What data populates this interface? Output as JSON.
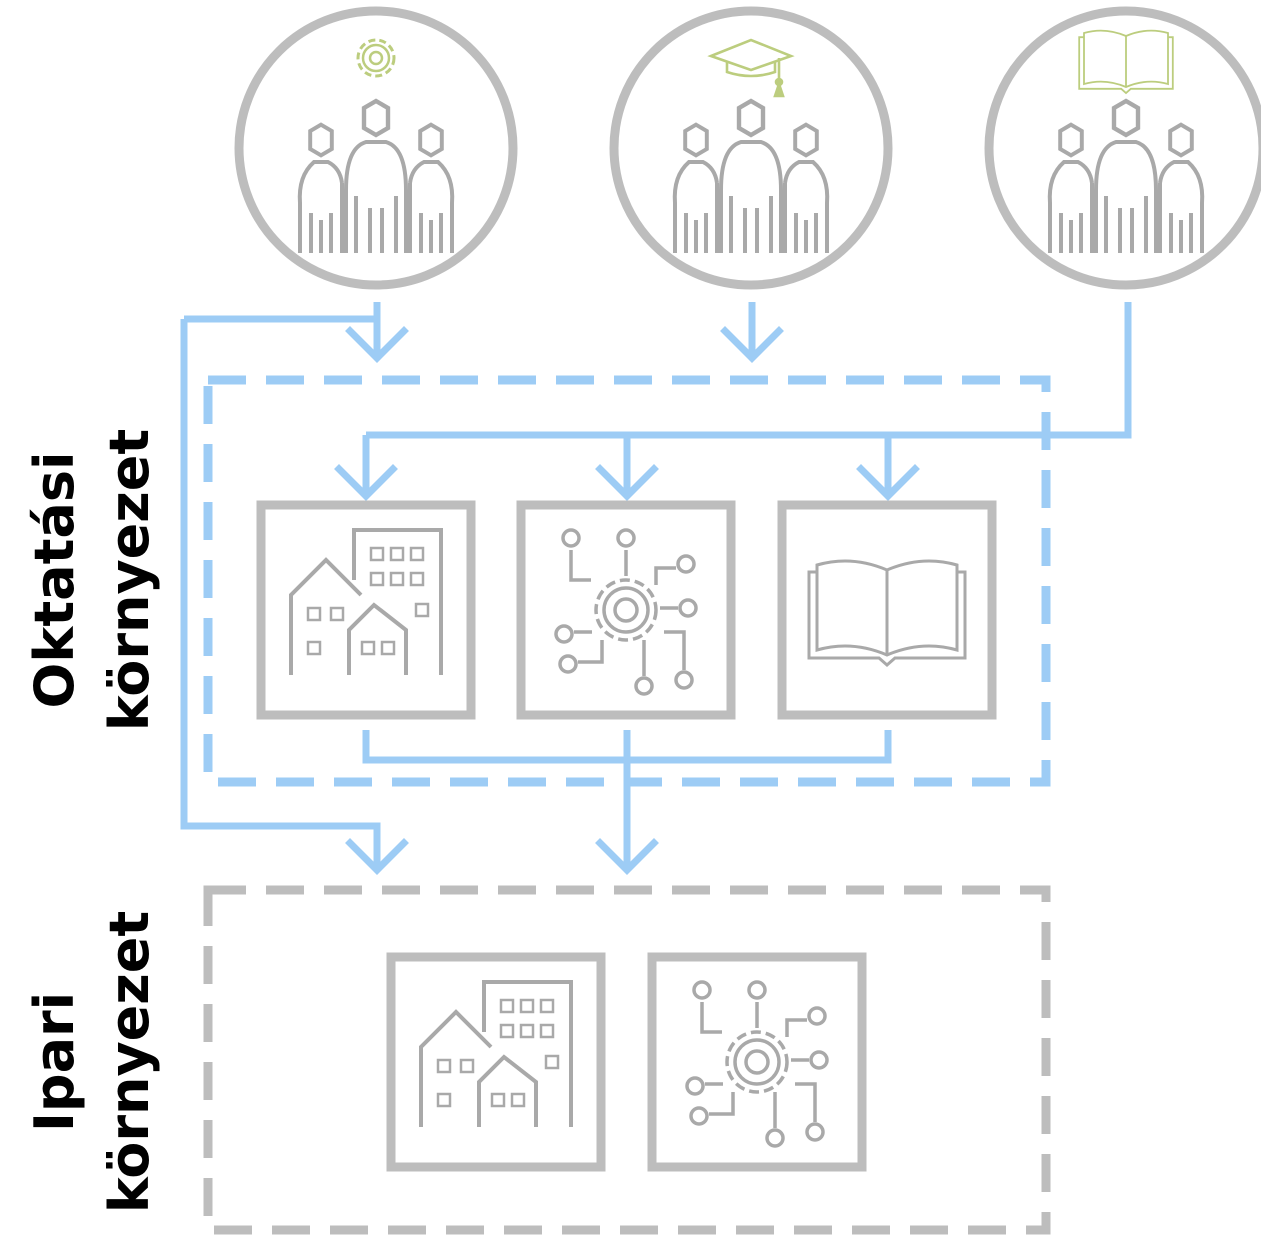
{
  "sections": {
    "education": {
      "line1": "Oktatási",
      "line2": "környezet"
    },
    "industry": {
      "line1": "Ipari",
      "line2": "környezet"
    }
  },
  "groups": [
    {
      "icon": "people-gear-icon",
      "accent_icon": "gear-icon"
    },
    {
      "icon": "people-graduation-icon",
      "accent_icon": "graduation-cap-icon"
    },
    {
      "icon": "people-book-icon",
      "accent_icon": "open-book-icon"
    }
  ],
  "education_boxes": [
    "buildings-icon",
    "circuit-gear-icon",
    "open-book-icon"
  ],
  "industry_boxes": [
    "buildings-icon",
    "circuit-gear-icon"
  ],
  "colors": {
    "grey": "#bdbdbd",
    "icon_grey": "#a9a9a9",
    "blue": "#9dccf5",
    "green": "#bccd7e",
    "text": "#000000"
  }
}
